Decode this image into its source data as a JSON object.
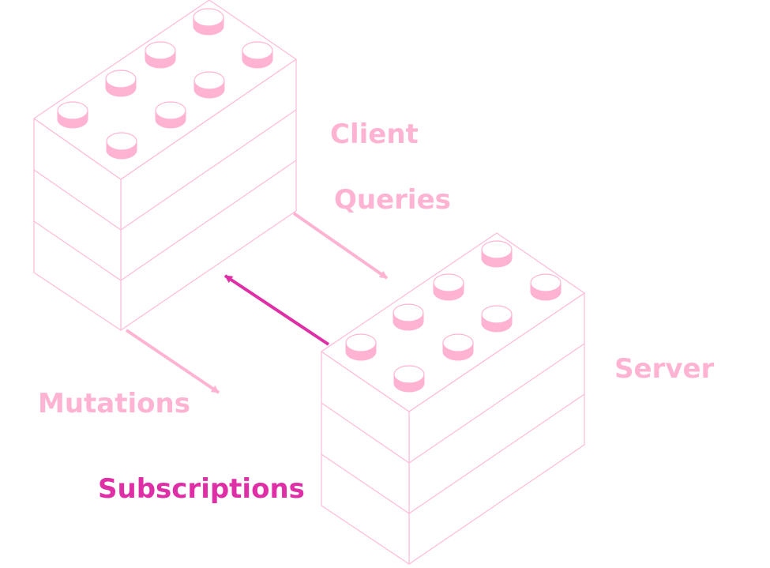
{
  "labels": {
    "client": "Client",
    "server": "Server",
    "queries": "Queries",
    "mutations": "Mutations",
    "subscriptions": "Subscriptions"
  },
  "colors": {
    "light_pink": "#ffb3d3",
    "line_pink": "#ffbad9",
    "magenta": "#de2fa6",
    "background": "#ffffff"
  }
}
